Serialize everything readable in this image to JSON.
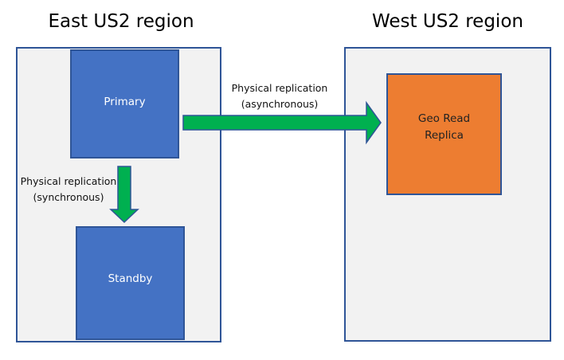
{
  "regions": [
    {
      "title": "East US2 region"
    },
    {
      "title": "West US2 region"
    }
  ],
  "nodes": {
    "primary": {
      "label": "Primary",
      "color": "#4472c4"
    },
    "standby": {
      "label": "Standby",
      "color": "#4472c4"
    },
    "geo_replica": {
      "label_line1": "Geo Read",
      "label_line2": "Replica",
      "color": "#ed7d31"
    }
  },
  "edges": {
    "async": {
      "from": "Primary",
      "to": "Geo Read Replica",
      "label_line1": "Physical replication",
      "label_line2": "(asynchronous)",
      "color": "#00b050"
    },
    "sync": {
      "from": "Primary",
      "to": "Standby",
      "label_line1": "Physical replication",
      "label_line2": "(synchronous)",
      "color": "#00b050"
    }
  },
  "colors": {
    "region_fill": "#f2f2f2",
    "border": "#2f5597"
  }
}
